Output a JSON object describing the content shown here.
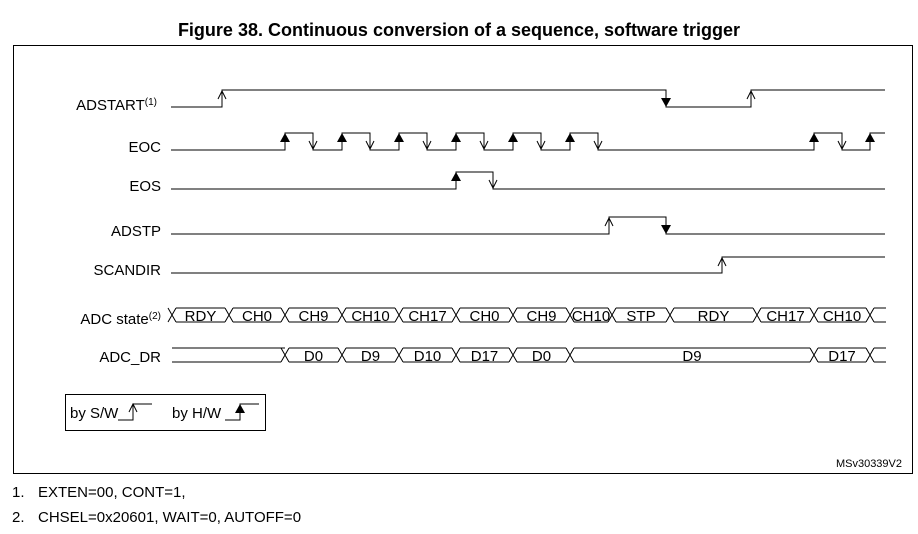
{
  "title": "Figure 38. Continuous conversion of a sequence, software trigger",
  "signals": [
    {
      "id": "adstart",
      "label": "ADSTART",
      "sup": "(1)"
    },
    {
      "id": "eoc",
      "label": "EOC",
      "sup": ""
    },
    {
      "id": "eos",
      "label": "EOS",
      "sup": ""
    },
    {
      "id": "adstp",
      "label": "ADSTP",
      "sup": ""
    },
    {
      "id": "scandir",
      "label": "SCANDIR",
      "sup": ""
    },
    {
      "id": "adcstate",
      "label": "ADC state",
      "sup": "(2)"
    },
    {
      "id": "adcdr",
      "label": "ADC_DR",
      "sup": ""
    }
  ],
  "adc_state_values": [
    "RDY",
    "CH0",
    "CH9",
    "CH10",
    "CH17",
    "CH0",
    "CH9",
    "CH10",
    "STP",
    "RDY",
    "CH17",
    "CH10"
  ],
  "adc_dr_values": [
    "D0",
    "D9",
    "D10",
    "D17",
    "D0",
    "D9",
    "D17"
  ],
  "legend": {
    "sw_label": "by S/W",
    "hw_label": "by H/W"
  },
  "figure_id": "MSv30339V2",
  "notes": [
    {
      "num": "1.",
      "text": "EXTEN=00, CONT=1,"
    },
    {
      "num": "2.",
      "text": "CHSEL=0x20601, WAIT=0, AUTOFF=0"
    }
  ]
}
